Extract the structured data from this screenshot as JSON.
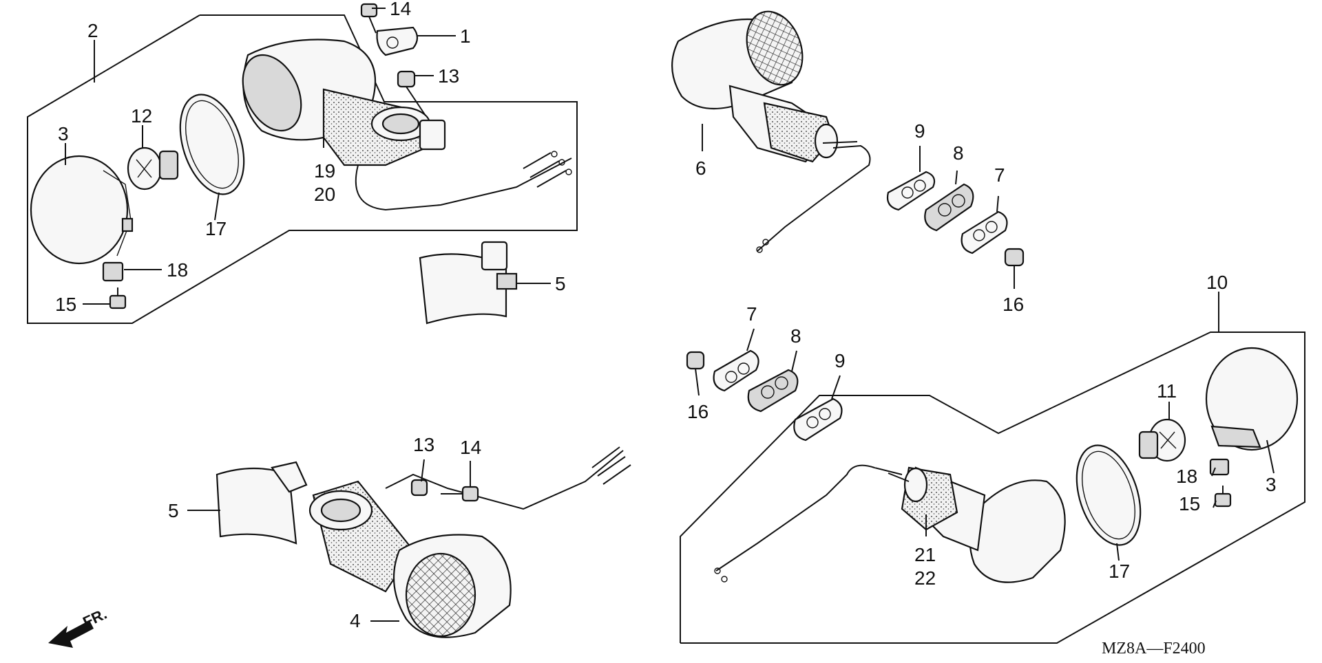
{
  "diagram": {
    "drawing_code": "MZ8A—F2400",
    "direction_label": "FR.",
    "callouts": {
      "c1": "1",
      "c2": "2",
      "c3a": "3",
      "c3b": "3",
      "c4": "4",
      "c5a": "5",
      "c5b": "5",
      "c6": "6",
      "c7a": "7",
      "c7b": "7",
      "c8a": "8",
      "c8b": "8",
      "c9a": "9",
      "c9b": "9",
      "c10": "10",
      "c11": "11",
      "c12": "12",
      "c13a": "13",
      "c13b": "13",
      "c14a": "14",
      "c14b": "14",
      "c15a": "15",
      "c15b": "15",
      "c16a": "16",
      "c16b": "16",
      "c17a": "17",
      "c17b": "17",
      "c18a": "18",
      "c18b": "18",
      "c19": "19",
      "c20": "20",
      "c21": "21",
      "c22": "22"
    }
  }
}
